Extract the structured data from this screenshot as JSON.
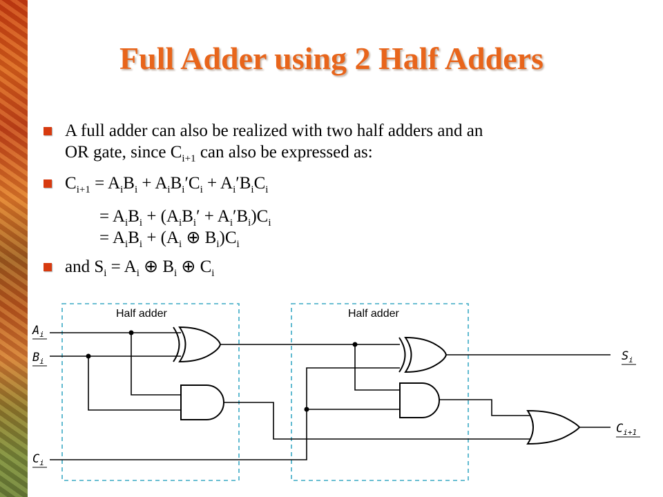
{
  "title": "Full Adder using 2 Half Adders",
  "bullets": {
    "b1_line1": "A full adder can also be realized with two half adders and an",
    "b1_line2_pre": "OR gate, since C",
    "b1_line2_sub": "i+1",
    "b1_line2_post": " can also be expressed as:",
    "eq1": {
      "c": "C",
      "c_sub": "i+1",
      "t1": " = A",
      "s1": "i",
      "t2": "B",
      "s2": "i",
      "t3": " + A",
      "s3": "i",
      "t4": "B",
      "s4": "i",
      "t5": "′C",
      "s5": "i",
      "t6": " + A",
      "s6": "i",
      "t7": "′B",
      "s7": "i",
      "t8": "C",
      "s8": "i"
    },
    "eq2": {
      "t1": "= A",
      "s1": "i",
      "t2": "B",
      "s2": "i",
      "t3": " + (A",
      "s3": "i",
      "t4": "B",
      "s4": "i",
      "t5": "′ + A",
      "s5": "i",
      "t6": "′B",
      "s6": "i",
      "t7": ")C",
      "s7": "i"
    },
    "eq3": {
      "t1": "= A",
      "s1": "i",
      "t2": "B",
      "s2": "i",
      "t3": " + (A",
      "s3": "i",
      "t4": " ⊕ B",
      "s4": "i",
      "t5": ")C",
      "s5": "i"
    },
    "eq4": {
      "t1": "and S",
      "s1": "i",
      "t2": " = A",
      "s2": "i",
      "t3": " ⊕ B",
      "s3": "i",
      "t4": " ⊕ C",
      "s4": "i"
    }
  },
  "circuit": {
    "half_adder_label_1": "Half adder",
    "half_adder_label_2": "Half adder",
    "in_a": "A",
    "in_a_sub": "i",
    "in_b": "B",
    "in_b_sub": "i",
    "in_c": "C",
    "in_c_sub": "i",
    "out_s": "S",
    "out_s_sub": "i",
    "out_c": "C",
    "out_c_sub": "i+1",
    "box_color": "#3aa9c4"
  },
  "colors": {
    "title": "#e8651b",
    "bullet": "#d73a0f"
  }
}
